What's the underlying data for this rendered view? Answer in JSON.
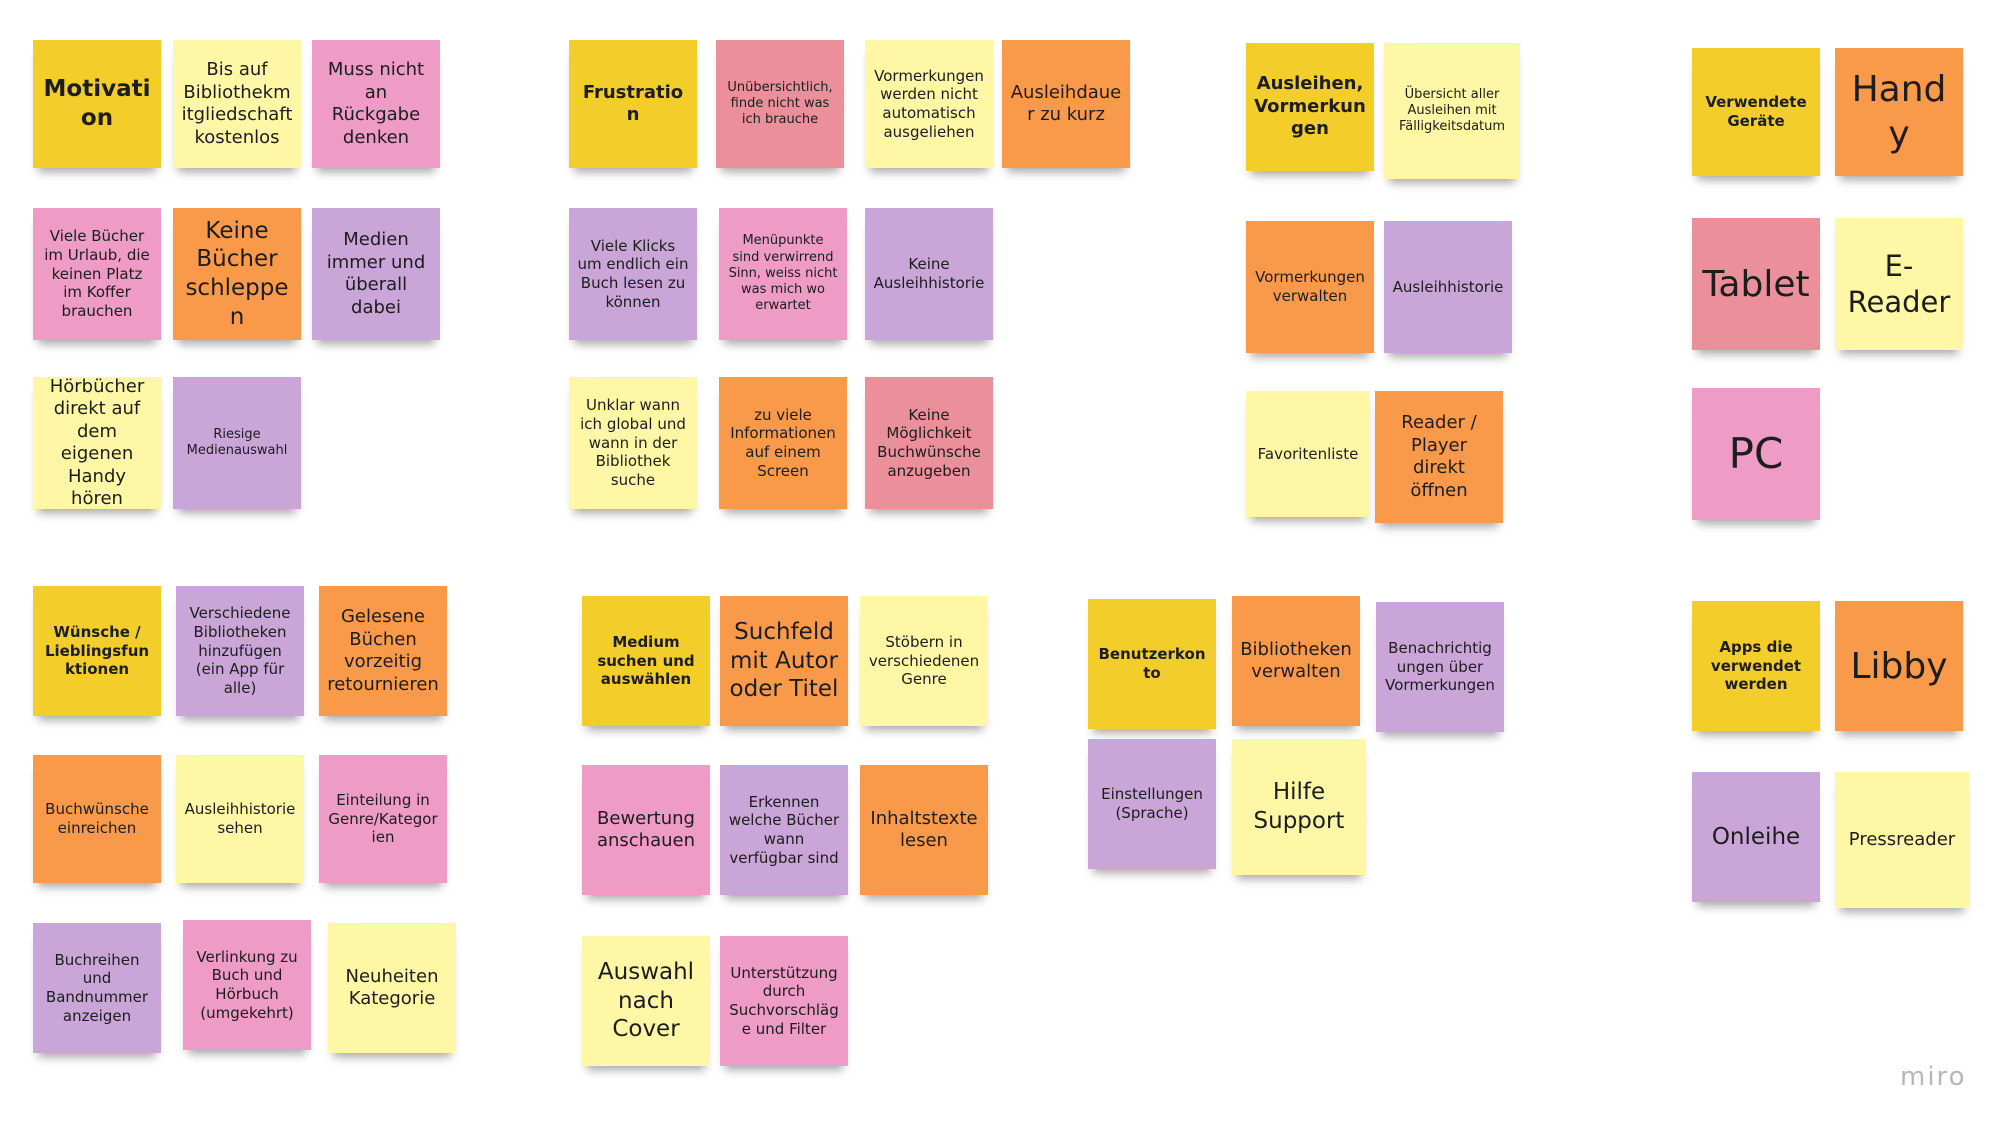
{
  "board": {
    "logo": "miro",
    "notes": [
      {
        "text": "Motivation",
        "color": "yellow",
        "size": "lg",
        "bold": true
      },
      {
        "text": "Bis auf Bibliothekmitgliedschaft kostenlos",
        "color": "lightyellow",
        "size": "md"
      },
      {
        "text": "Muss nicht an Rückgabe denken",
        "color": "pink",
        "size": "md"
      },
      {
        "text": "Viele Bücher im Urlaub, die keinen Platz im Koffer brauchen",
        "color": "pink",
        "size": "sm"
      },
      {
        "text": "Keine Bücher schleppen",
        "color": "orange",
        "size": "lg"
      },
      {
        "text": "Medien immer und überall dabei",
        "color": "purple",
        "size": "md"
      },
      {
        "text": "Hörbücher direkt auf dem eigenen Handy hören",
        "color": "lightyellow",
        "size": "md"
      },
      {
        "text": "Riesige Medienauswahl",
        "color": "purple",
        "size": "xs"
      },
      {
        "text": "Frustration",
        "color": "yellow",
        "size": "md",
        "bold": true
      },
      {
        "text": "Unübersichtlich, finde nicht was ich brauche",
        "color": "rose",
        "size": "xs"
      },
      {
        "text": "Vormerkungen werden nicht automatisch ausgeliehen",
        "color": "lightyellow",
        "size": "sm"
      },
      {
        "text": "Ausleihdauer zu kurz",
        "color": "orange",
        "size": "md"
      },
      {
        "text": "Viele Klicks um endlich ein Buch lesen zu können",
        "color": "purple",
        "size": "sm"
      },
      {
        "text": "Menüpunkte sind verwirrend Sinn, weiss nicht was mich wo erwartet",
        "color": "pink",
        "size": "xs"
      },
      {
        "text": "Keine Ausleihhistorie",
        "color": "purple",
        "size": "sm"
      },
      {
        "text": "Unklar wann ich global und wann in der Bibliothek suche",
        "color": "lightyellow",
        "size": "sm"
      },
      {
        "text": "zu viele Informationen auf einem Screen",
        "color": "orange",
        "size": "sm"
      },
      {
        "text": "Keine Möglichkeit Buchwünsche anzugeben",
        "color": "rose",
        "size": "sm"
      },
      {
        "text": "Ausleihen, Vormerkungen",
        "color": "yellow",
        "size": "md",
        "bold": true
      },
      {
        "text": "Übersicht aller Ausleihen mit Fälligkeitsdatum",
        "color": "lightyellow",
        "size": "xs"
      },
      {
        "text": "Vormerkungen verwalten",
        "color": "orange",
        "size": "sm"
      },
      {
        "text": "Ausleihhistorie",
        "color": "purple",
        "size": "sm"
      },
      {
        "text": "Favoritenliste",
        "color": "lightyellow",
        "size": "sm"
      },
      {
        "text": "Reader / Player direkt öffnen",
        "color": "orange",
        "size": "md"
      },
      {
        "text": "Verwendete Geräte",
        "color": "yellow",
        "size": "sm",
        "bold": true
      },
      {
        "text": "Handy",
        "color": "orange",
        "size": "xxl"
      },
      {
        "text": "Tablet",
        "color": "rose",
        "size": "xxl"
      },
      {
        "text": "E-Reader",
        "color": "lightyellow",
        "size": "xl"
      },
      {
        "text": "PC",
        "color": "pink",
        "size": "xxxl"
      },
      {
        "text": "Wünsche / Lieblingsfunktionen",
        "color": "yellow",
        "size": "sm",
        "bold": true
      },
      {
        "text": "Verschiedene Bibliotheken hinzufügen (ein App für alle)",
        "color": "purple",
        "size": "sm"
      },
      {
        "text": "Gelesene Büchen vorzeitig retournieren",
        "color": "orange",
        "size": "md"
      },
      {
        "text": "Buchwünsche einreichen",
        "color": "orange",
        "size": "sm"
      },
      {
        "text": "Ausleihhistorie sehen",
        "color": "lightyellow",
        "size": "sm"
      },
      {
        "text": "Einteilung in Genre/Kategorien",
        "color": "pink",
        "size": "sm"
      },
      {
        "text": "Buchreihen und Bandnummer anzeigen",
        "color": "purple",
        "size": "sm"
      },
      {
        "text": "Verlinkung zu Buch und Hörbuch (umgekehrt)",
        "color": "pink",
        "size": "sm"
      },
      {
        "text": "Neuheiten Kategorie",
        "color": "lightyellow",
        "size": "md"
      },
      {
        "text": "Medium suchen und auswählen",
        "color": "yellow",
        "size": "sm",
        "bold": true
      },
      {
        "text": "Suchfeld mit Autor oder Titel",
        "color": "orange",
        "size": "lg"
      },
      {
        "text": "Stöbern in verschiedenen Genre",
        "color": "lightyellow",
        "size": "sm"
      },
      {
        "text": "Bewertung anschauen",
        "color": "pink",
        "size": "md"
      },
      {
        "text": "Erkennen welche Bücher wann verfügbar sind",
        "color": "purple",
        "size": "sm"
      },
      {
        "text": "Inhaltstexte lesen",
        "color": "orange",
        "size": "md"
      },
      {
        "text": "Auswahl nach Cover",
        "color": "lightyellow",
        "size": "lg"
      },
      {
        "text": "Unterstützung durch Suchvorschläge und Filter",
        "color": "pink",
        "size": "sm"
      },
      {
        "text": "Benutzerkonto",
        "color": "yellow",
        "size": "sm",
        "bold": true
      },
      {
        "text": "Bibliotheken verwalten",
        "color": "orange",
        "size": "md"
      },
      {
        "text": "Benachrichtigungen über Vormerkungen",
        "color": "purple",
        "size": "sm"
      },
      {
        "text": "Einstellungen (Sprache)",
        "color": "purple",
        "size": "sm"
      },
      {
        "text": "Hilfe Support",
        "color": "lightyellow",
        "size": "lg"
      },
      {
        "text": "Apps die verwendet werden",
        "color": "yellow",
        "size": "sm",
        "bold": true
      },
      {
        "text": "Libby",
        "color": "orange",
        "size": "xxl"
      },
      {
        "text": "Onleihe",
        "color": "purple",
        "size": "lg"
      },
      {
        "text": "Pressreader",
        "color": "lightyellow",
        "size": "md"
      }
    ]
  }
}
